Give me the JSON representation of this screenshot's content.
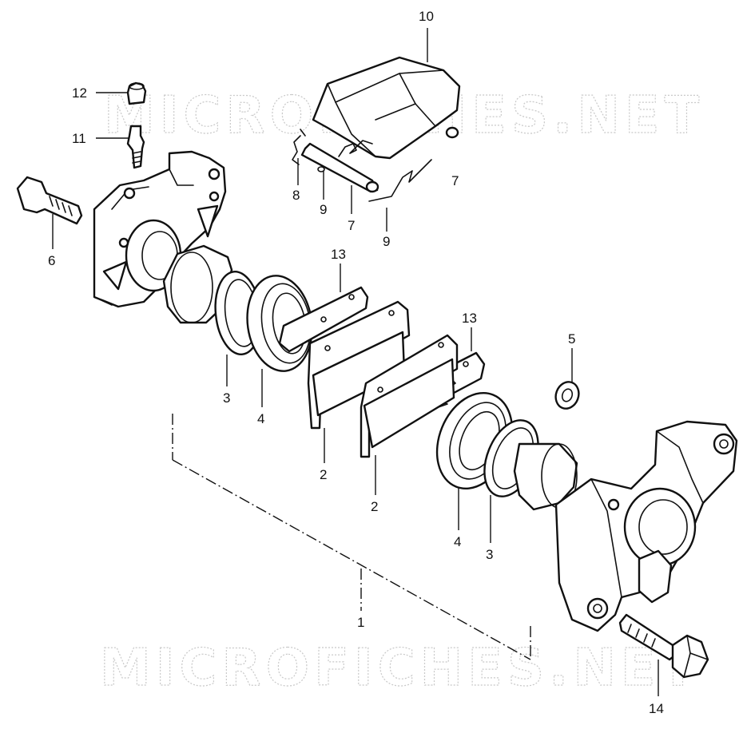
{
  "watermark": {
    "text": "MICROFICHES.NET"
  },
  "callouts": {
    "c10": "10",
    "c12": "12",
    "c11": "11",
    "c6": "6",
    "c8": "8",
    "c9a": "9",
    "c7a": "7",
    "c9b": "9",
    "c7b": "7",
    "c13a": "13",
    "c13b": "13",
    "c5": "5",
    "c3a": "3",
    "c4a": "4",
    "c2a": "2",
    "c2b": "2",
    "c4b": "4",
    "c3b": "3",
    "c1": "1",
    "c14": "14"
  }
}
